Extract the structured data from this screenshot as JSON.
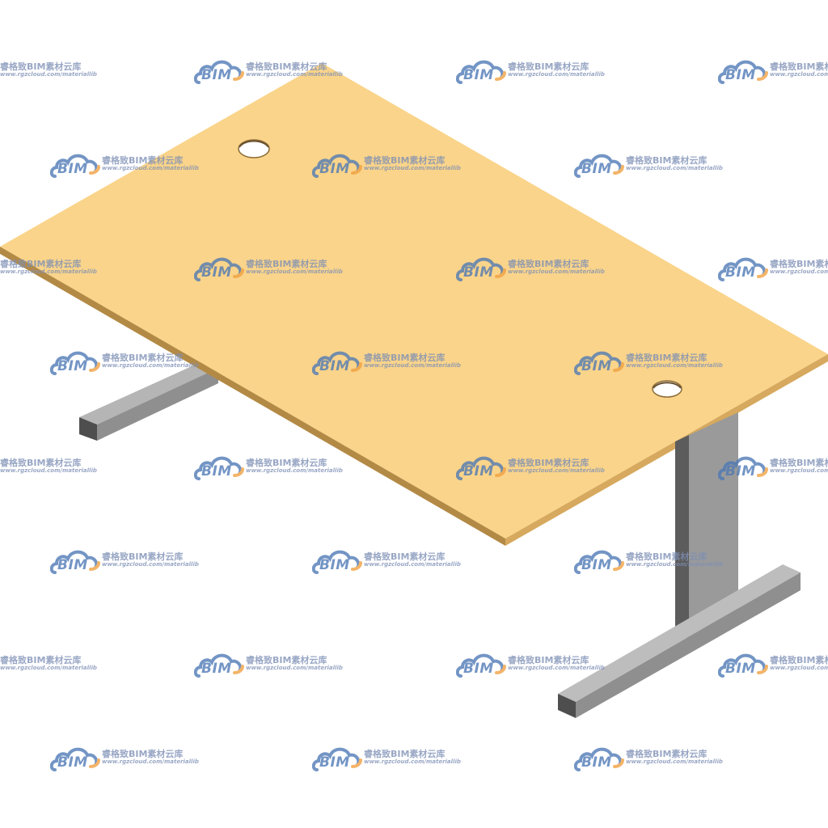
{
  "watermark": {
    "logo_text": "BIM",
    "title": "睿格致BIM素材云库",
    "url": "www.rgzcloud.com/materiallib",
    "color": "#7d8fb5",
    "logo_color": "#4d78b5",
    "accent_color": "#f0a040"
  },
  "scene": {
    "subject": "desk-3d-model",
    "tabletop_color": "#fad48a",
    "tabletop_edge_color": "#b38a45",
    "frame_color": "#9a9a9a",
    "frame_dark_color": "#5c5c5c",
    "frame_light_color": "#bdbdbd"
  }
}
